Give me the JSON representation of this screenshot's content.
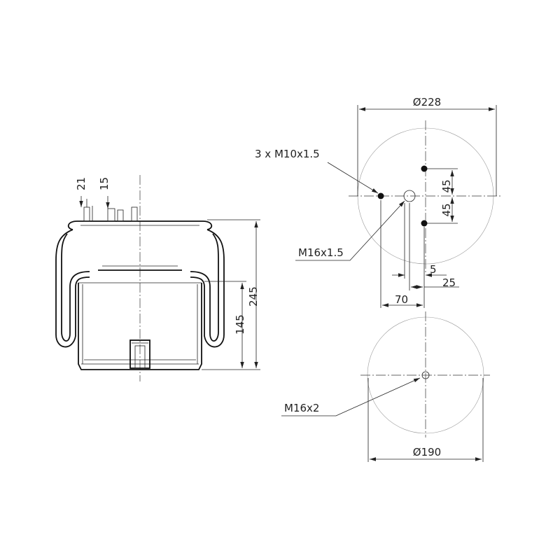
{
  "side_view": {
    "dim_top_left": "21",
    "dim_top_right": "15",
    "dim_overall_height": "245",
    "dim_piston_height": "145"
  },
  "top_plate_view": {
    "dim_diameter": "Ø228",
    "label_bolts": "3 x M10x1.5",
    "label_air_port": "M16x1.5",
    "dim_offset_upper": "45",
    "dim_offset_lower": "45",
    "dim_5": "5",
    "dim_25": "25",
    "dim_70": "70"
  },
  "bottom_plate_view": {
    "label_center_thread": "M16x2",
    "dim_diameter": "Ø190"
  }
}
